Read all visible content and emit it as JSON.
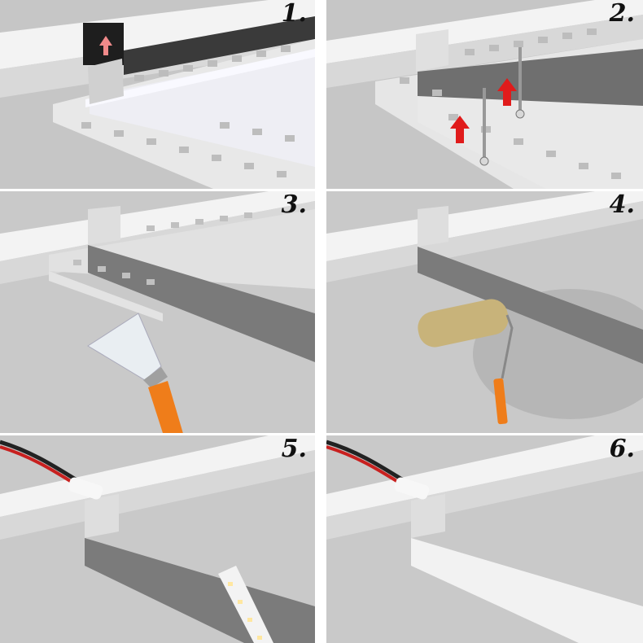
{
  "steps": [
    {
      "number": "1."
    },
    {
      "number": "2."
    },
    {
      "number": "3."
    },
    {
      "number": "4."
    },
    {
      "number": "5."
    },
    {
      "number": "6."
    }
  ],
  "colors": {
    "ceiling": "#c8c8c8",
    "wall_light": "#f2f2f2",
    "channel_dark": "#7a7a7a",
    "flange": "#e9e9e9",
    "arrow_red": "#e01b1b",
    "tool_orange": "#ef7d1a"
  }
}
